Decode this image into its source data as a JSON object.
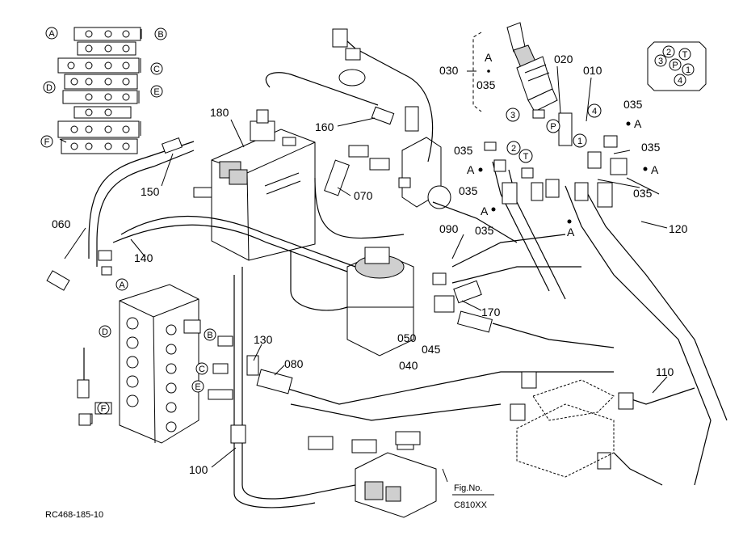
{
  "drawing_code": "RC468-185-10",
  "figure_reference": {
    "title": "Fig.No.",
    "code": "C810XX"
  },
  "part_labels": {
    "p010": "010",
    "p020": "020",
    "p030": "030",
    "p035": "035",
    "p040": "040",
    "p045": "045",
    "p050": "050",
    "p060": "060",
    "p070": "070",
    "p080": "080",
    "p090": "090",
    "p100": "100",
    "p110": "110",
    "p120": "120",
    "p130": "130",
    "p140": "140",
    "p150": "150",
    "p160": "160",
    "p170": "170",
    "p180": "180"
  },
  "port_letters": {
    "A": "A",
    "B": "B",
    "C": "C",
    "D": "D",
    "E": "E",
    "F": "F",
    "T": "T",
    "P": "P"
  },
  "port_numbers": {
    "n1": "1",
    "n2": "2",
    "n3": "3",
    "n4": "4"
  }
}
